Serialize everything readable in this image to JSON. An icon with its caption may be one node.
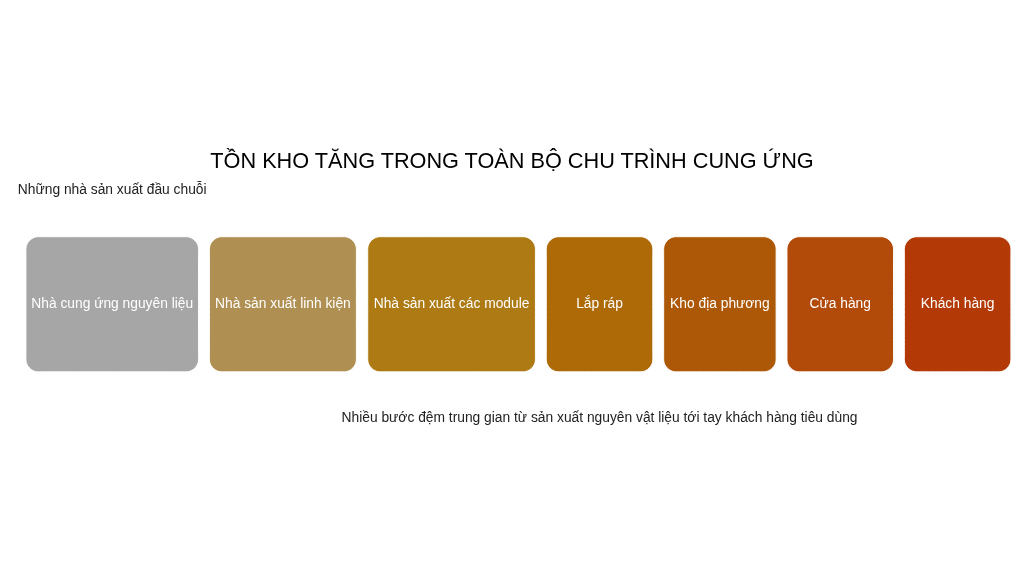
{
  "diagram": {
    "title": "TỒN KHO TĂNG TRONG TOÀN BỘ CHU TRÌNH CUNG ỨNG",
    "nodes": [
      {
        "text": [
          "Nhà cung ứng nguyên liệu"
        ]
      },
      {
        "text": [
          "Nhà sản xuất linh kiện"
        ]
      },
      {
        "text": [
          "Nhà sản xuất các module"
        ]
      },
      {
        "text": [
          "Lắp ráp"
        ]
      },
      {
        "text": [
          "Kho địa phương"
        ]
      },
      {
        "text": [
          "Cửa hàng"
        ]
      },
      {
        "text": [
          "Khách hàng"
        ]
      }
    ],
    "edges": [],
    "labels": [
      "Những nhà sản xuất đầu chuỗi",
      "Nhiều bước đệm trung gian từ sản xuất nguyên vật liệu tới tay khách hàng tiêu dùng"
    ]
  }
}
